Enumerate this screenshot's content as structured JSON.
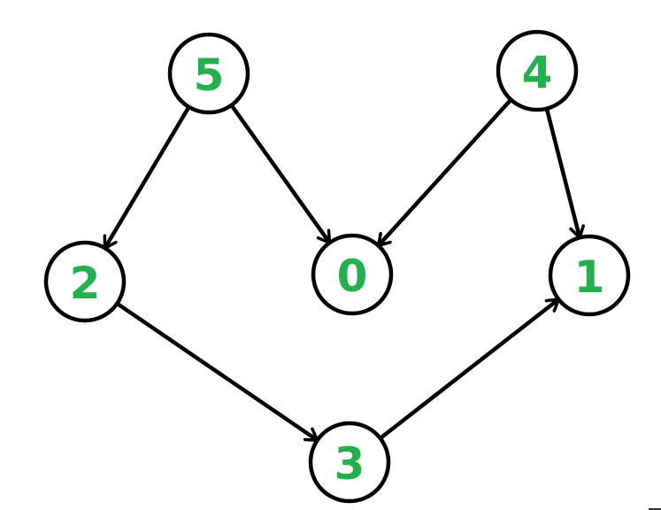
{
  "diagram": {
    "type": "directed-graph",
    "node_color": "#22b14c",
    "edge_color": "#000000",
    "nodes": [
      {
        "id": "5",
        "label": "5"
      },
      {
        "id": "4",
        "label": "4"
      },
      {
        "id": "2",
        "label": "2"
      },
      {
        "id": "0",
        "label": "0"
      },
      {
        "id": "1",
        "label": "1"
      },
      {
        "id": "3",
        "label": "3"
      }
    ],
    "edges": [
      {
        "from": "5",
        "to": "2"
      },
      {
        "from": "5",
        "to": "0"
      },
      {
        "from": "4",
        "to": "0"
      },
      {
        "from": "4",
        "to": "1"
      },
      {
        "from": "2",
        "to": "3"
      },
      {
        "from": "3",
        "to": "1"
      }
    ]
  }
}
